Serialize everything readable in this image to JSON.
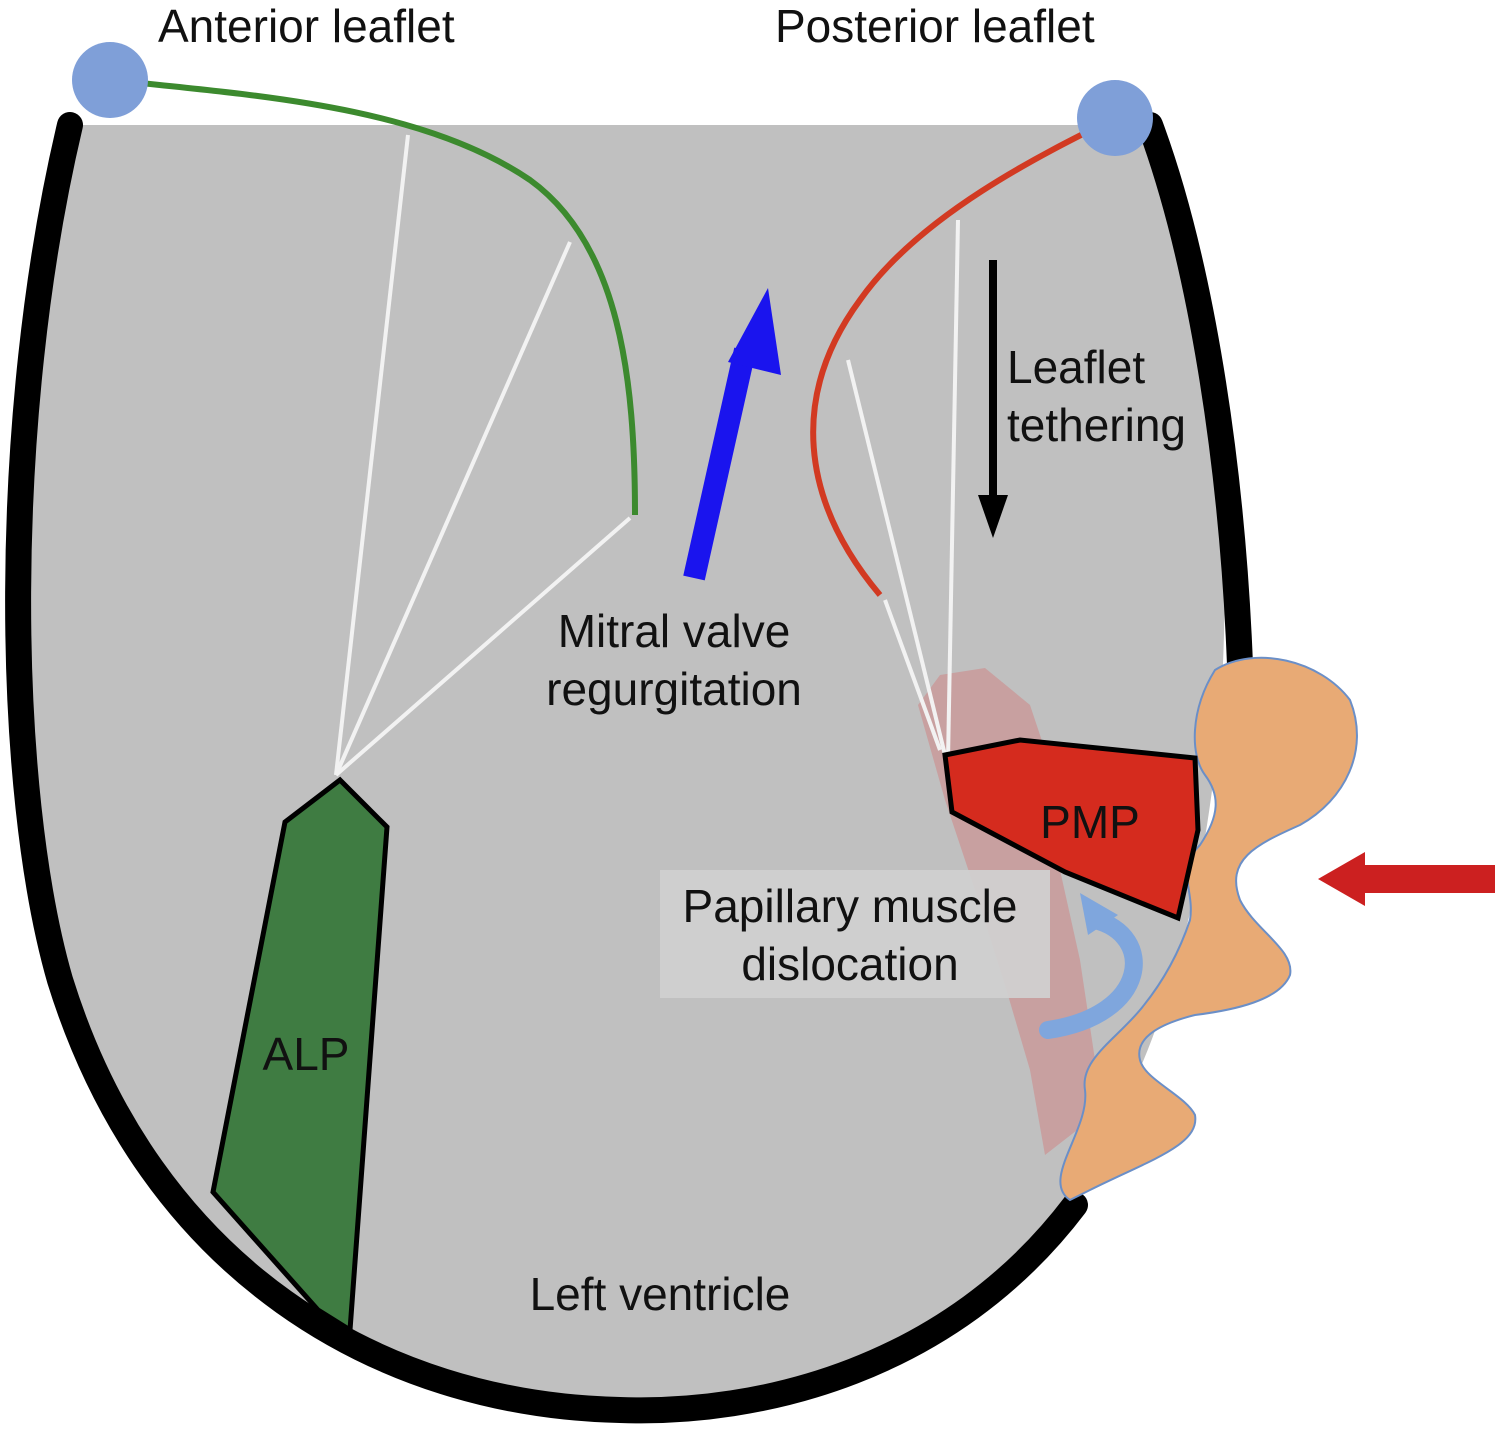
{
  "labels": {
    "anterior_leaflet": "Anterior leaflet",
    "posterior_leaflet": "Posterior leaflet",
    "leaflet_tethering_line1": "Leaflet",
    "leaflet_tethering_line2": "tethering",
    "mitral_regurg_line1": "Mitral valve",
    "mitral_regurg_line2": "regurgitation",
    "pmp": "PMP",
    "alp": "ALP",
    "papillary_line1": "Papillary muscle",
    "papillary_line2": "dislocation",
    "left_ventricle": "Left ventricle"
  },
  "colors": {
    "ventricle_fill": "#c0c0c0",
    "ventricle_wall": "#000000",
    "anterior_leaflet": "#3c8a2e",
    "posterior_leaflet": "#d23a22",
    "annulus_node": "#7f9fd8",
    "alp_muscle": "#3f7c42",
    "pmp_muscle": "#d52b1e",
    "displaced_region": "#c99a9a",
    "infarct_bulge": "#e8aa75",
    "regurgitation_arrow": "#1a14ee",
    "tethering_arrow": "#000000",
    "external_force_arrow": "#cc2020",
    "rotation_arrow": "#7fa6dd",
    "chordae": "#f2f2f2"
  }
}
